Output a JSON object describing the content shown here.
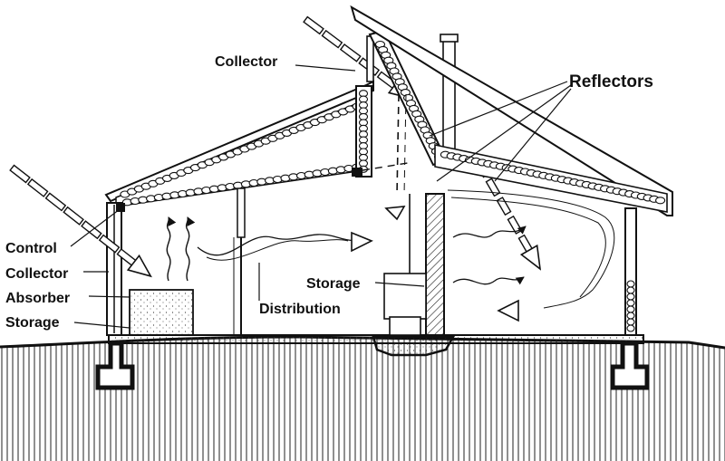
{
  "labels": {
    "collector_top": "Collector",
    "reflectors": "Reflectors",
    "control": "Control",
    "collector_left": "Collector",
    "absorber": "Absorber",
    "storage_left": "Storage",
    "storage_center": "Storage",
    "distribution": "Distribution"
  },
  "colors": {
    "ink": "#111111",
    "paper": "#ffffff"
  }
}
